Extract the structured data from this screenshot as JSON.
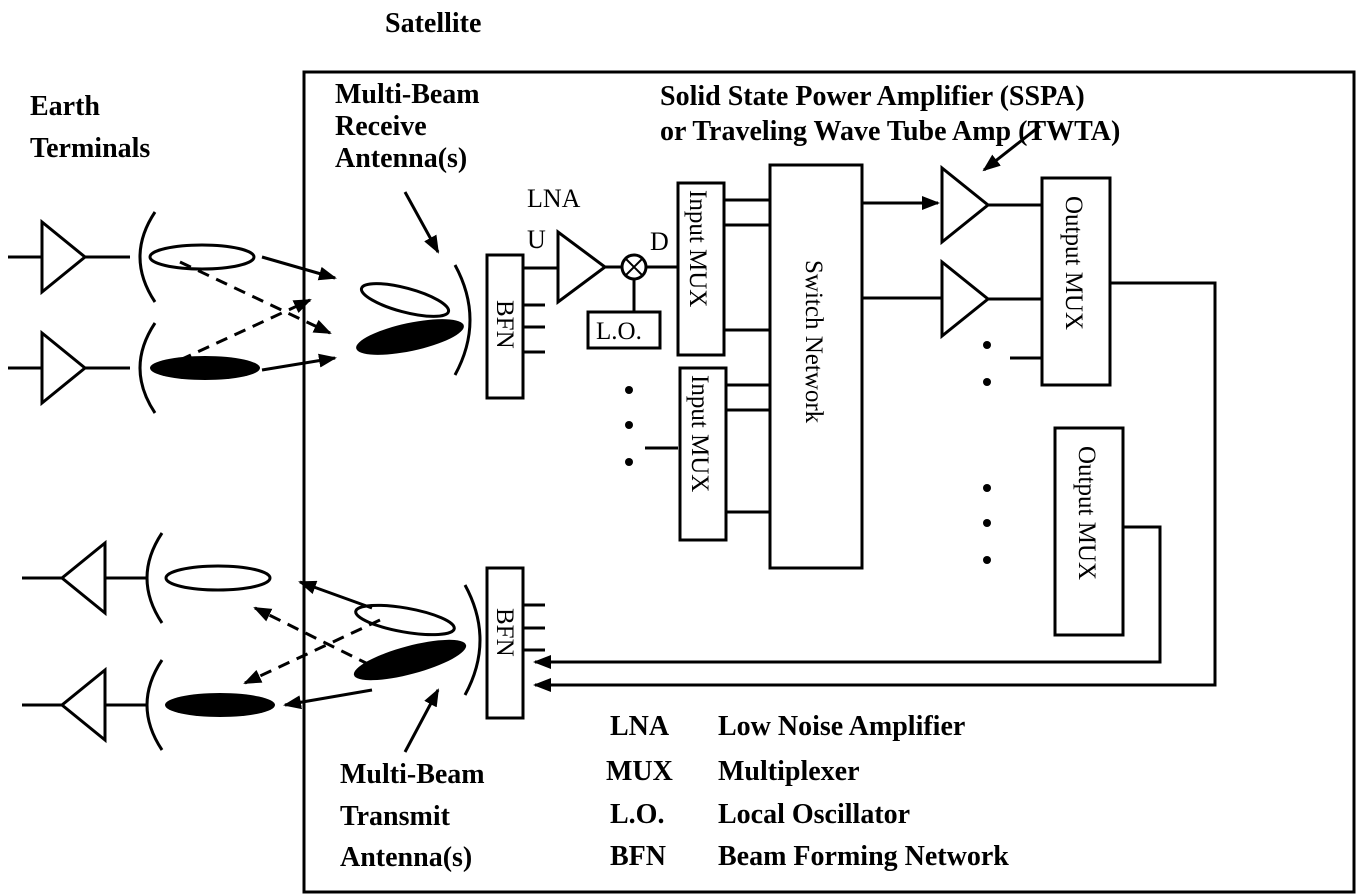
{
  "labels": {
    "satellite": "Satellite",
    "earth_terminals_1": "Earth",
    "earth_terminals_2": "Terminals",
    "rx_antenna_1": "Multi-Beam",
    "rx_antenna_2": "Receive",
    "rx_antenna_3": "Antenna(s)",
    "tx_antenna_1": "Multi-Beam",
    "tx_antenna_2": "Transmit",
    "tx_antenna_3": "Antenna(s)",
    "amp_1": "Solid State Power Amplifier (SSPA)",
    "amp_2": "or  Traveling Wave Tube Amp (TWTA)",
    "lna": "LNA",
    "uplink": "U",
    "downlink": "D",
    "lo": "L.O.",
    "bfn": "BFN",
    "input_mux": "Input MUX",
    "switch_network": "Switch Network",
    "output_mux": "Output MUX"
  },
  "legend": [
    {
      "abbr": "LNA",
      "desc": "Low Noise Amplifier"
    },
    {
      "abbr": "MUX",
      "desc": "Multiplexer"
    },
    {
      "abbr": "L.O.",
      "desc": "Local Oscillator"
    },
    {
      "abbr": "BFN",
      "desc": "Beam Forming Network"
    }
  ]
}
